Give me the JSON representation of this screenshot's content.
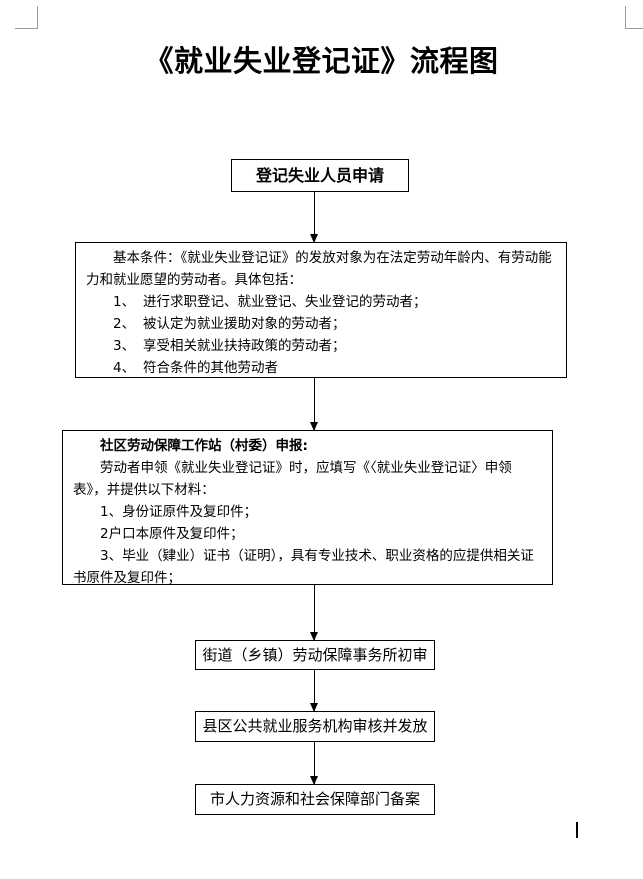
{
  "title": "《就业失业登记证》流程图",
  "start": "登记失业人员申请",
  "conditions": {
    "intro": "基本条件：《就业失业登记证》的发放对象为在法定劳动年龄内、有劳动能力和就业愿望的劳动者。具体包括：",
    "items": [
      {
        "num": "1、",
        "text": "进行求职登记、就业登记、失业登记的劳动者；"
      },
      {
        "num": "2、",
        "text": "被认定为就业援助对象的劳动者；"
      },
      {
        "num": "3、",
        "text": "享受相关就业扶持政策的劳动者；"
      },
      {
        "num": "4、",
        "text": "符合条件的其他劳动者"
      }
    ]
  },
  "materials": {
    "heading": "社区劳动保障工作站（村委）申报:",
    "intro": "劳动者申领《就业失业登记证》时，应填写《〈就业失业登记证〉申领表》，并提供以下材料：",
    "items": [
      "1、身份证原件及复印件；",
      "2户口本原件及复印件；",
      "3、毕业（肄业）证书（证明），具有专业技术、职业资格的应提供相关证书原件及复印件；"
    ]
  },
  "steps": [
    "街道（乡镇）劳动保障事务所初审",
    "县区公共就业服务机构审核并发放",
    "市人力资源和社会保障部门备案"
  ]
}
